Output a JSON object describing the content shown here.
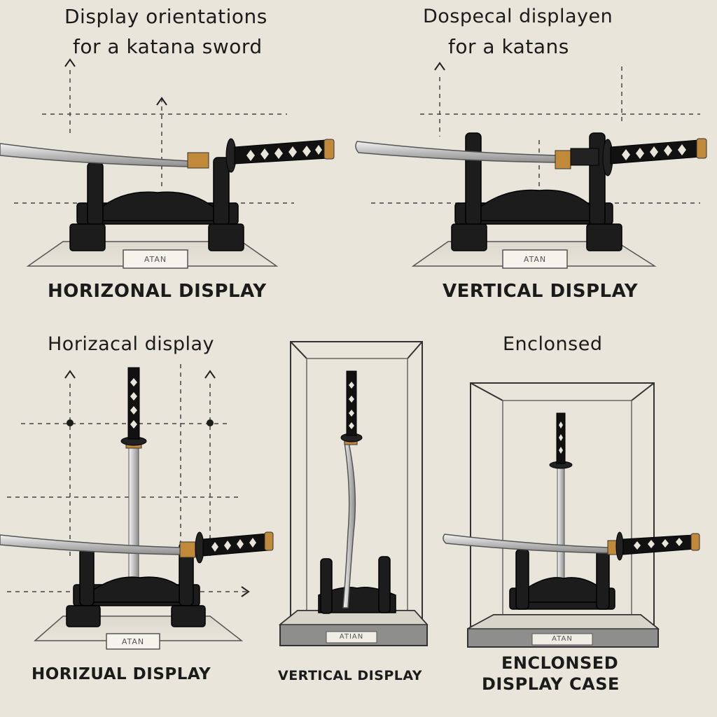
{
  "panels": {
    "top_left": {
      "title_line1": "Display orientations",
      "title_line2": "for a katana sword",
      "plaque": "ATAN",
      "caption": "HORIZONAL DISPLAY"
    },
    "top_right": {
      "title_line1": "Dospecal displayen",
      "title_line2": "for a katans",
      "plaque": "ATAN",
      "caption": "VERTICAL DISPLAY"
    },
    "bottom_left": {
      "title": "Horizacal display",
      "plaque": "ATAN",
      "caption": "HORIZUAL DISPLAY"
    },
    "bottom_middle": {
      "plaque": "ATIAN",
      "caption": "VERTICAL DISPLAY"
    },
    "bottom_right": {
      "title": "Enclonsed",
      "plaque": "ATAN",
      "caption_line1": "ENCLONSED",
      "caption_line2": "DISPLAY CASE"
    }
  },
  "colors": {
    "background": "#e9e5da",
    "stand": "#1c1c1c",
    "blade": "#c9c9c9",
    "handle": "#111111",
    "brass": "#c08a3a",
    "dash": "#444444"
  }
}
